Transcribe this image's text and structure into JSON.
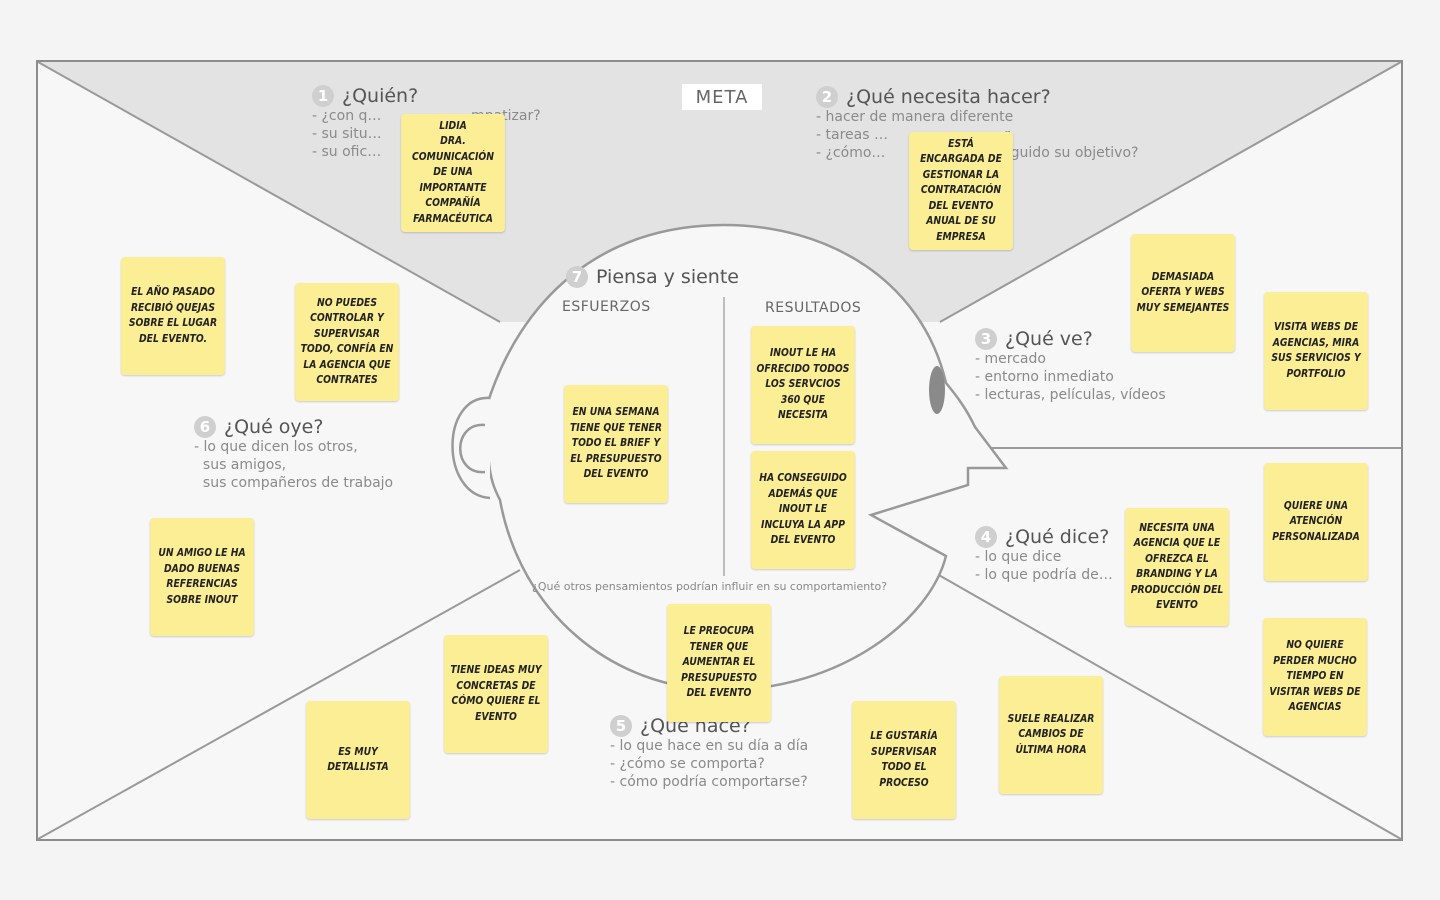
{
  "meta_label": "META",
  "sections": {
    "quien": {
      "num": "1",
      "title": "¿Quién?",
      "lines": "- ¿con q…                 …mpatizar?\n- su situ…\n- su ofic…"
    },
    "necesita": {
      "num": "2",
      "title": "¿Qué necesita hacer?",
      "lines": "- hacer de manera diferente\n- tareas …                       …r\n- ¿cómo…                         …guido su objetivo?"
    },
    "ve": {
      "num": "3",
      "title": "¿Qué ve?",
      "lines": "- mercado\n- entorno inmediato\n- lecturas, películas, vídeos"
    },
    "dice": {
      "num": "4",
      "title": "¿Qué dice?",
      "lines": "- lo que dice\n- lo que podría de…"
    },
    "hace": {
      "num": "5",
      "title": "¿Que hace?",
      "lines": "- lo que hace en su día a día\n- ¿cómo se comporta?\n- cómo podría comportarse?"
    },
    "oye": {
      "num": "6",
      "title": "¿Qué oye?",
      "lines": "- lo que dicen los otros,\n  sus amigos,\n  sus compañeros de trabajo"
    },
    "piensa": {
      "num": "7",
      "title": "Piensa y siente"
    }
  },
  "head_labels": {
    "esfuerzos": "ESFUERZOS",
    "resultados": "RESULTADOS",
    "question": "¿Qué otros pensamientos podrían influir en su comportamiento?"
  },
  "notes": [
    {
      "id": "lidia",
      "text": "Lidia\nDra. Comunicación de una importante compañía farmacéutica"
    },
    {
      "id": "encargada",
      "text": "Está encargada de gestionar la contratación del evento anual de su empresa"
    },
    {
      "id": "demasiada-oferta",
      "text": "Demasiada oferta y webs muy semejantes"
    },
    {
      "id": "visita-webs",
      "text": "Visita webs de agencias, mira sus servicios y portfolio"
    },
    {
      "id": "quejas",
      "text": "El año pasado recibió quejas sobre el lugar del evento."
    },
    {
      "id": "no-puedes-controlar",
      "text": "No puedes controlar y supervisar todo, confía en la agencia que contrates"
    },
    {
      "id": "amigo-referencias",
      "text": "Un amigo le ha dado buenas referencias sobre Inout"
    },
    {
      "id": "una-semana",
      "text": "En una semana tiene que tener todo el brief y el presupuesto del evento"
    },
    {
      "id": "inout-ofrecido",
      "text": "Inout le ha ofrecido todos los servcios 360 que necesita"
    },
    {
      "id": "app-evento",
      "text": "Ha conseguido además que Inout le incluya la app del evento"
    },
    {
      "id": "necesita-agencia",
      "text": "Necesita una agencia que le ofrezca el branding y la producción del evento"
    },
    {
      "id": "atencion-personalizada",
      "text": "Quiere una atención personalizada"
    },
    {
      "id": "no-perder-tiempo",
      "text": "No quiere perder mucho tiempo en visitar webs de agencias"
    },
    {
      "id": "preocupa-presupuesto",
      "text": "Le preocupa tener que aumentar el presupuesto del evento"
    },
    {
      "id": "ideas-concretas",
      "text": "Tiene ideas muy concretas de cómo quiere el evento"
    },
    {
      "id": "detallista",
      "text": "Es muy detallista"
    },
    {
      "id": "supervisar-proceso",
      "text": "Le gustaría supervisar todo el proceso"
    },
    {
      "id": "cambios-ultima-hora",
      "text": "Suele realizar cambios de última hora"
    }
  ]
}
